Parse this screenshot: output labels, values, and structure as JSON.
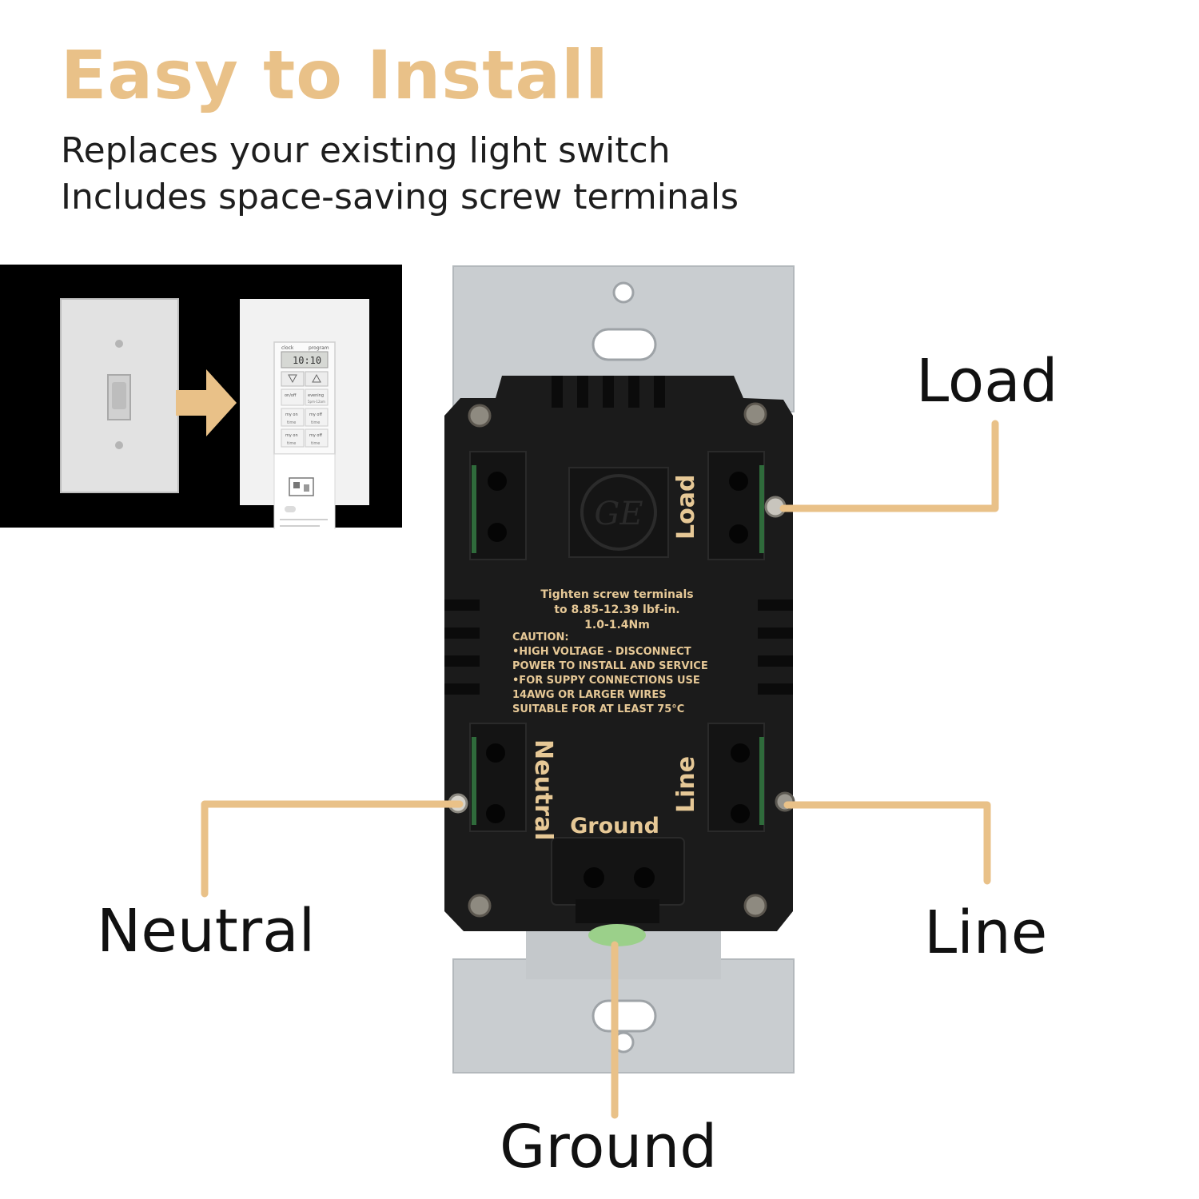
{
  "header": {
    "title": "Easy to Install",
    "lines": [
      "Replaces your existing light switch",
      "Includes space-saving screw terminals"
    ]
  },
  "comparison": {
    "before": "toggle-switch",
    "after": "programmable-timer-switch",
    "timer": {
      "tab_left": "clock",
      "tab_right": "program",
      "display": "10:10",
      "buttons": [
        "on/off",
        "evening",
        "5pm-12am",
        "my on",
        "my off",
        "time",
        "time",
        "my on",
        "my off",
        "time",
        "time"
      ]
    }
  },
  "device": {
    "terminal_labels": {
      "load": "Load",
      "neutral": "Neutral",
      "line": "Line",
      "ground": "Ground"
    },
    "instruction": [
      "Tighten screw terminals",
      "to 8.85-12.39 lbf-in.",
      "1.0-1.4Nm"
    ],
    "caution": [
      "CAUTION:",
      "•HIGH VOLTAGE - DISCONNECT",
      " POWER TO INSTALL AND SERVICE",
      "•FOR SUPPY CONNECTIONS USE",
      " 14AWG OR LARGER WIRES",
      " SUITABLE FOR AT LEAST 75°C"
    ],
    "logo": "GE logo"
  },
  "callouts": {
    "load": "Load",
    "neutral": "Neutral",
    "line": "Line",
    "ground": "Ground"
  },
  "colors": {
    "accent": "#e9c188",
    "text": "#1e1e1e",
    "device_body": "#1b1b1b",
    "bracket": "#c9cdd0"
  }
}
